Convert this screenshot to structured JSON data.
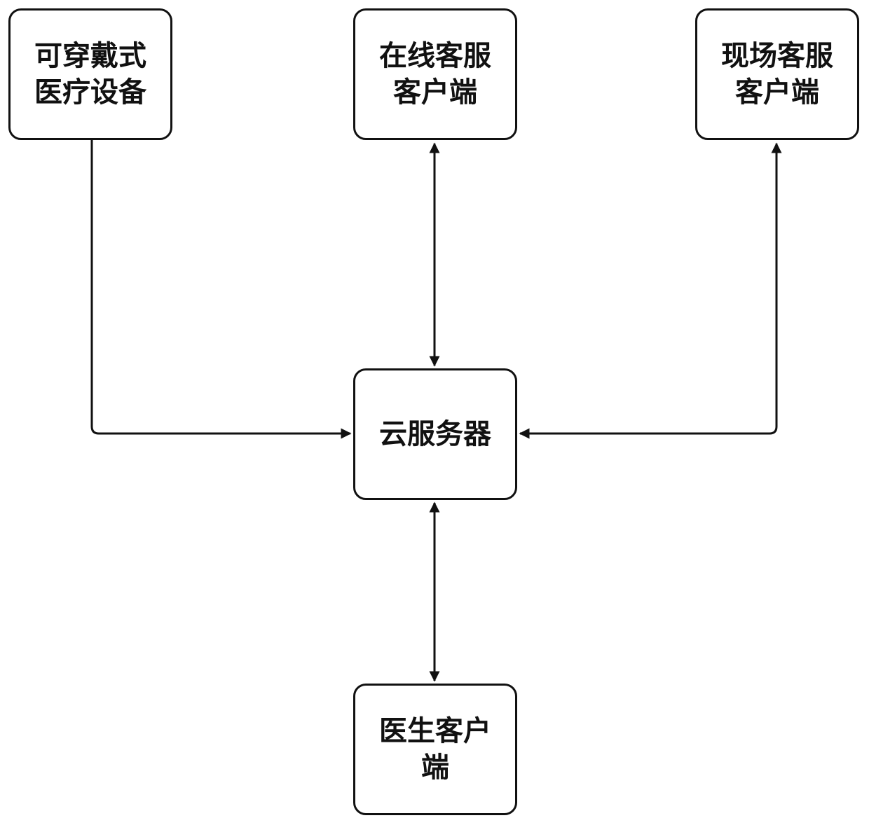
{
  "diagram": {
    "nodes": {
      "wearable": {
        "line1": "可穿戴式",
        "line2": "医疗设备"
      },
      "online_service": {
        "line1": "在线客服",
        "line2": "客户端"
      },
      "onsite_service": {
        "line1": "现场客服",
        "line2": "客户端"
      },
      "cloud_server": {
        "line1": "云服务器"
      },
      "doctor_client": {
        "line1": "医生客户",
        "line2": "端"
      }
    },
    "edges": [
      {
        "from": "wearable",
        "to": "cloud_server",
        "direction": "one-way"
      },
      {
        "from": "online_service",
        "to": "cloud_server",
        "direction": "two-way"
      },
      {
        "from": "onsite_service",
        "to": "cloud_server",
        "direction": "two-way"
      },
      {
        "from": "cloud_server",
        "to": "doctor_client",
        "direction": "two-way"
      }
    ],
    "colors": {
      "stroke": "#111111",
      "background": "#ffffff"
    }
  }
}
